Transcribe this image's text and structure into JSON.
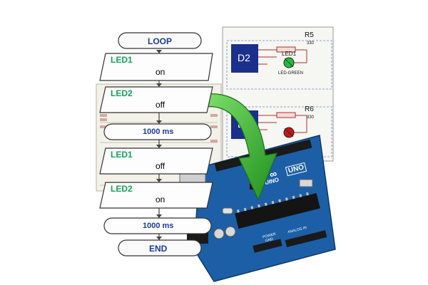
{
  "flowchart": {
    "start": "LOOP",
    "steps": [
      {
        "label": "LED1",
        "value": "on"
      },
      {
        "label": "LED2",
        "value": "off"
      },
      {
        "value": "1000 ms"
      },
      {
        "label": "LED1",
        "value": "off"
      },
      {
        "label": "LED2",
        "value": "on"
      },
      {
        "value": "1000 ms"
      }
    ],
    "end": "END"
  },
  "schematic": {
    "block1": {
      "name": "D2",
      "resistor": "R5",
      "resistor_value": "330",
      "led": "LED1",
      "led_caption": "LED-GREEN",
      "led_color": "#1fbf3a"
    },
    "block2": {
      "name": "D3",
      "resistor": "R6",
      "resistor_value": "330",
      "led_color": "#c01818"
    }
  },
  "board": {
    "model": "UNO",
    "brand": "ARDUINO",
    "brand_prefix": "∞",
    "header_labels": [
      "POWER",
      "ANALOG IN",
      "GND"
    ],
    "color": "#1c5fa6"
  },
  "colors": {
    "flow_blue": "#1a3a9c",
    "flow_green": "#13a35a",
    "arrow_green": "#2cb22a",
    "schematic_block": "#1b2f8c"
  }
}
